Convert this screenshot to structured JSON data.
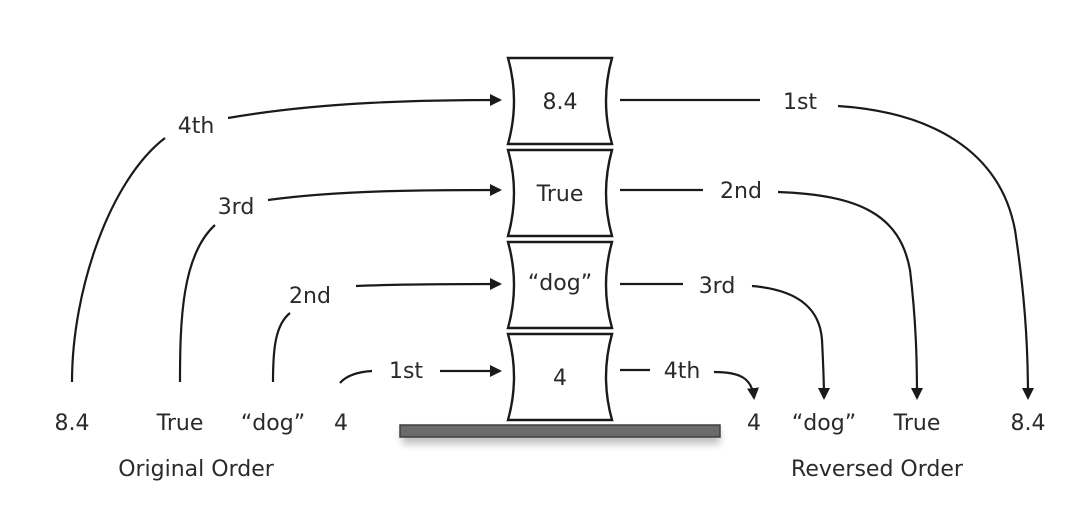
{
  "stack": {
    "items": [
      "8.4",
      "True",
      "“dog”",
      "4"
    ]
  },
  "original": {
    "values": [
      "8.4",
      "True",
      "“dog”",
      "4"
    ],
    "caption": "Original Order"
  },
  "reversed": {
    "values": [
      "4",
      "“dog”",
      "True",
      "8.4"
    ],
    "caption": "Reversed Order"
  },
  "push_labels": [
    "4th",
    "3rd",
    "2nd",
    "1st"
  ],
  "pop_labels": [
    "1st",
    "2nd",
    "3rd",
    "4th"
  ]
}
